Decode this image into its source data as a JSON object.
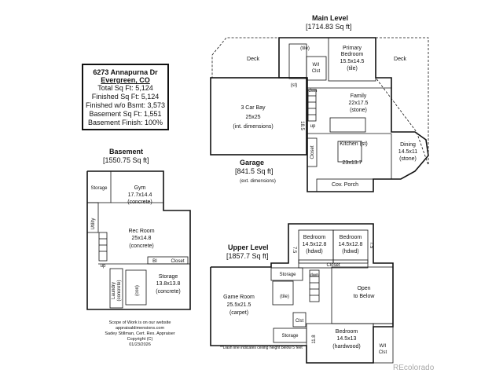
{
  "info": {
    "address": "6273 Annapurna Dr",
    "city": "Evergreen, CO",
    "lines": [
      "Total Sq Ft: 5,124",
      "Finished Sq Ft: 5,124",
      "Finished w/o Bsmt: 3,573",
      "Basement Sq Ft: 1,551",
      "Basement Finish: 100%"
    ]
  },
  "levels": {
    "main": {
      "title": "Main Level",
      "sqft": "[1714.83 Sq ft]"
    },
    "basement": {
      "title": "Basement",
      "sqft": "[1550.75 Sq ft]"
    },
    "upper": {
      "title": "Upper Level",
      "sqft": "[1857.7 Sq ft]"
    },
    "garage": {
      "title": "Garage",
      "sqft": "[841.5 Sq ft]",
      "note": "(ext. dimensions)"
    }
  },
  "main_rooms": {
    "deck_left": "Deck",
    "deck_right": "Deck",
    "tile_top": "(tile)",
    "primary_name": "Primary",
    "primary_name2": "Bedroom",
    "primary_dim": "15.5x14.5",
    "primary_floor": "(tile)",
    "wi_clst": "W/I",
    "wi_clst2": "Clst",
    "st": "(st)",
    "dwn": "dwn",
    "up": "up",
    "family_name": "Family",
    "family_dim": "22x17.5",
    "family_floor": "(stone)",
    "kitchen_name": "Kitchen (st)",
    "kitchen_dim": "23x13.7",
    "dining_name": "Dining",
    "dining_dim": "14.5x11",
    "dining_floor": "(stone)",
    "closet": "Closet",
    "cov_porch": "Cov. Porch",
    "bay_name": "3 Car Bay",
    "bay_dim": "25x25",
    "bay_note": "(int. dimensions)",
    "dim_185": "18.5"
  },
  "basement_rooms": {
    "storage_top": "Storage",
    "gym_name": "Gym",
    "gym_dim": "17.7x14.4",
    "gym_floor": "(concrete)",
    "utility": "Utility",
    "rec_name": "Rec Room",
    "rec_dim": "25x14.8",
    "rec_floor": "(concrete)",
    "bi": "BI",
    "closet": "Closet",
    "up": "up",
    "laundry": "Laundry",
    "laundry_floor": "(concrete)",
    "con": "(con)",
    "storage_name": "Storage",
    "storage_dim": "13.8x13.8",
    "storage_floor": "(concrete)"
  },
  "upper_rooms": {
    "bed1_name": "Bedroom",
    "bed1_dim": "14.5x12.8",
    "bed1_floor": "(hdwd)",
    "bed2_name": "Bedroom",
    "bed2_dim": "14.5x12.8",
    "bed2_floor": "(hdwd)",
    "dim75a": "7.5",
    "dim75b": "7.5",
    "closet": "Closet",
    "storage_mid": "Storage",
    "dwn": "dwn",
    "open_name": "Open",
    "open_name2": "to Below",
    "tile": "(tile)",
    "game_name": "Game Room",
    "game_dim": "25.5x21.5",
    "game_floor": "(carpet)",
    "clst": "Clst",
    "storage_low": "Storage",
    "bed3_name": "Bedroom",
    "bed3_dim": "14.5x13",
    "bed3_floor": "(hardwood)",
    "dim118": "11.8",
    "wi": "W/I",
    "clst2": "Clst"
  },
  "footer": {
    "lines": [
      "Scope of Work is on our website",
      "appraisaldimensions.com",
      "Sadey Stillman, Cert. Res. Appraiser",
      "Copyright (C)",
      "01/23/2026"
    ]
  },
  "dash_note": "**Dash line indicates ceiling height below 5 feet",
  "logo": "REcolorado"
}
